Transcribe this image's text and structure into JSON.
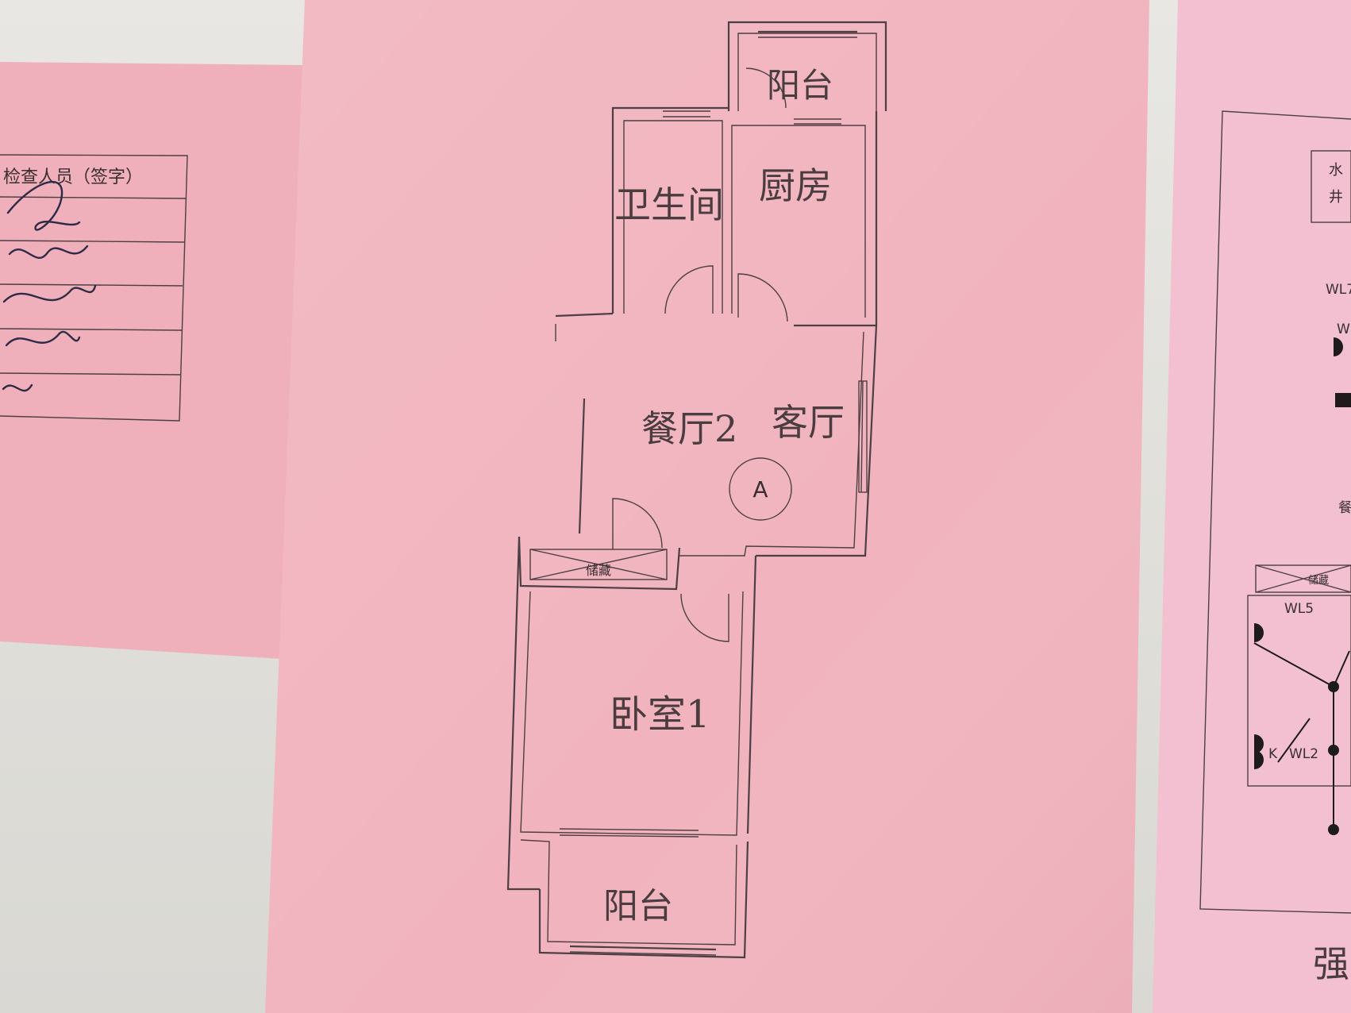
{
  "left_sheet": {
    "table_header": "检查人员（签字）",
    "signature_rows": [
      "",
      "",
      "",
      "",
      ""
    ]
  },
  "floor_plan": {
    "rooms": {
      "balcony_top": "阳台",
      "bathroom": "卫生间",
      "kitchen": "厨房",
      "dining": "餐厅2",
      "living": "客厅",
      "storage": "储藏",
      "bedroom": "卧室1",
      "balcony_bottom": "阳台"
    },
    "unit_marker": "A"
  },
  "right_sheet": {
    "labels": {
      "shaft": "水井",
      "wl7": "WL7",
      "wl_partial": "W",
      "dining_partial": "餐厅",
      "storage": "储藏",
      "wl5": "WL5",
      "wl2": "WL2",
      "k": "K",
      "title_char": "强"
    }
  },
  "colors": {
    "paper_pink": "#f1b5bf",
    "paper_pink_right": "#f3c2d2",
    "line": "#4d3f43",
    "wall": "#e3e2de"
  }
}
